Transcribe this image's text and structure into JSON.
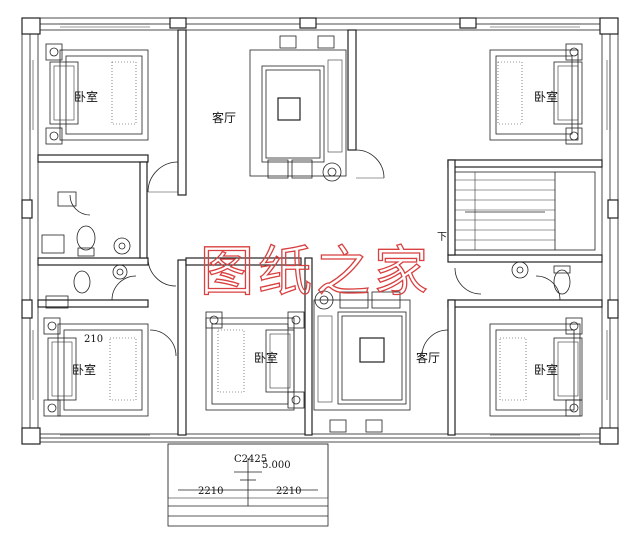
{
  "rooms": {
    "bedroom_top_left": "卧室",
    "living_top": "客厅",
    "bedroom_top_right": "卧室",
    "bedroom_bottom_left": "卧室",
    "bedroom_bottom_mid": "卧室",
    "living_bottom": "客厅",
    "bedroom_bottom_right": "卧室"
  },
  "stairs": {
    "down_label": "下"
  },
  "annotations": {
    "window_tag": "C2425",
    "elevation": "5.000",
    "left_width": "2210",
    "right_width": "2210",
    "small_tag": "210"
  },
  "watermark": "图纸之家",
  "colors": {
    "line": "#222222",
    "watermark": "#d94040",
    "paper": "#ffffff"
  }
}
